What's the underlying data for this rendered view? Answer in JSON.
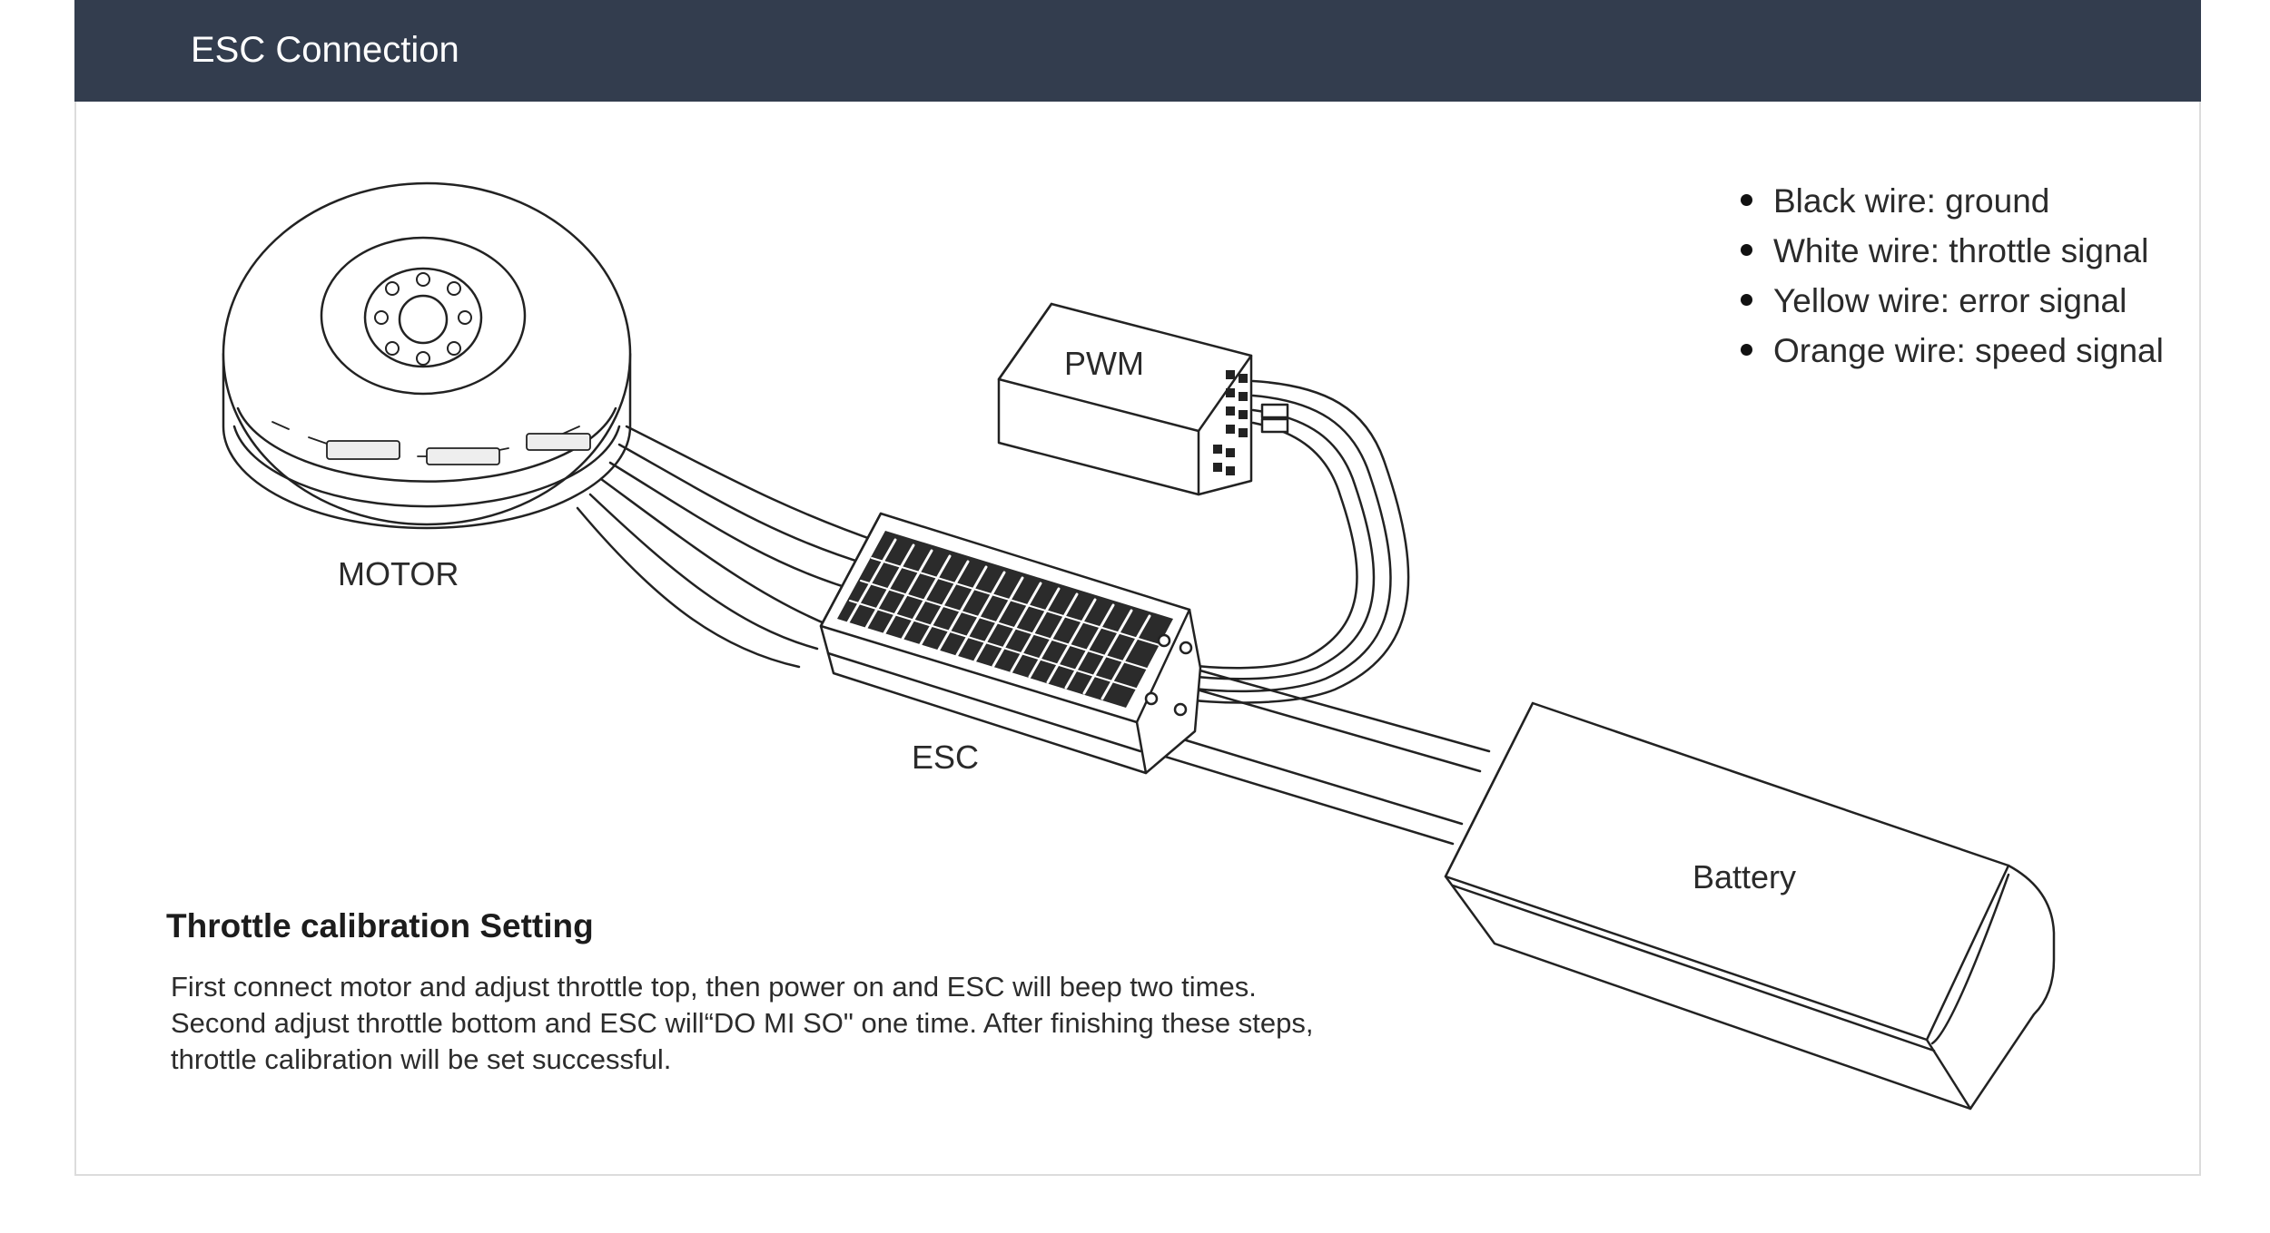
{
  "header": {
    "title": "ESC Connection"
  },
  "legend": {
    "items": [
      "Black wire: ground",
      "White wire: throttle signal",
      "Yellow wire: error signal",
      "Orange wire: speed signal"
    ]
  },
  "labels": {
    "motor": "MOTOR",
    "pwm": "PWM",
    "esc": "ESC",
    "battery": "Battery"
  },
  "calibration": {
    "title": "Throttle calibration Setting",
    "lines": [
      "First connect motor and adjust throttle top, then power on and ESC will beep two times.",
      "Second adjust throttle bottom and ESC will“DO MI SO\" one time. After finishing these steps,",
      "throttle calibration will be set successful."
    ]
  }
}
